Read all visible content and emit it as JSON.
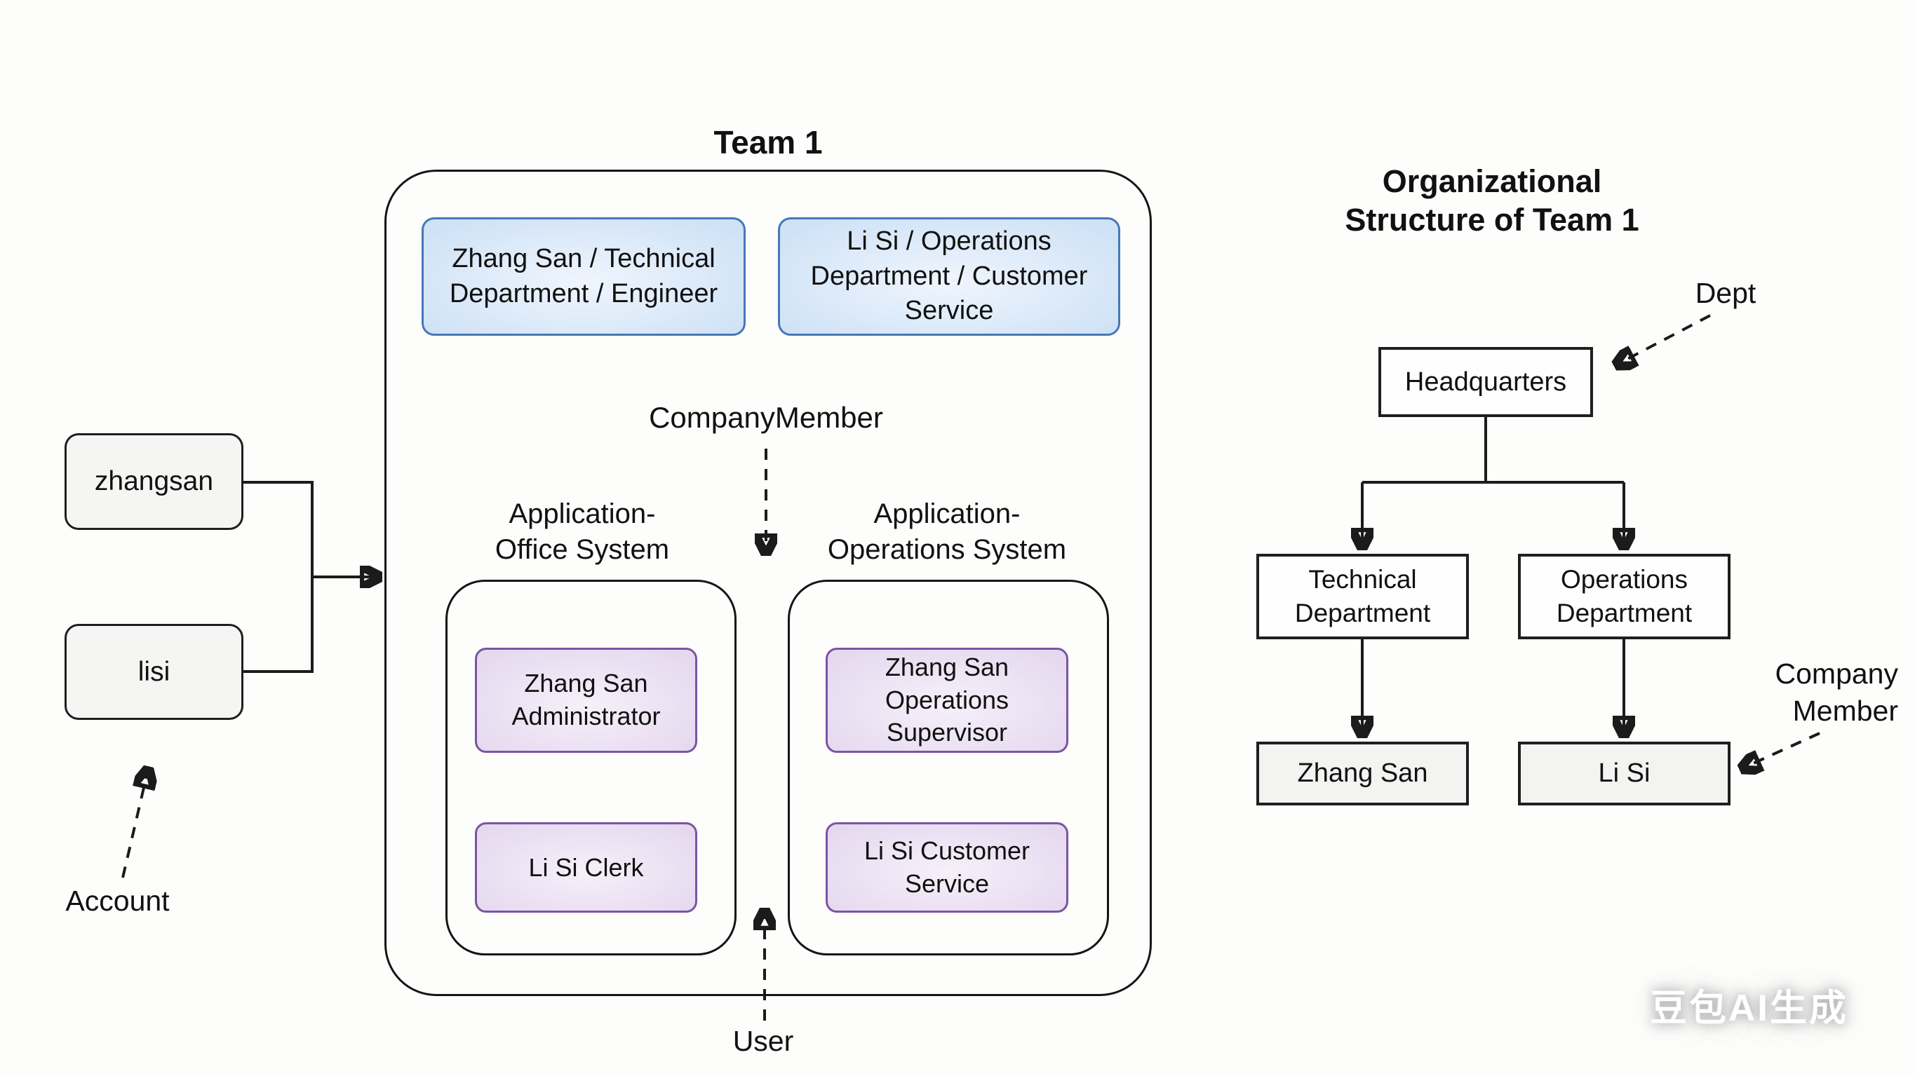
{
  "colors": {
    "background": "#fdfdfc",
    "line": "#1b1b1b",
    "member_card_fill": "#cfe2f6",
    "member_card_border": "#4678b6",
    "user_card_fill": "#e6d9ef",
    "user_card_border": "#7a55a2",
    "account_box_fill": "#f5f5f4",
    "org_name_box_fill": "#f3f3f1"
  },
  "accounts": {
    "annotation": "Account",
    "items": [
      {
        "label": "zhangsan"
      },
      {
        "label": "lisi"
      }
    ]
  },
  "team": {
    "title": "Team 1",
    "company_member_annotation": "CompanyMember",
    "user_annotation": "User",
    "members": [
      {
        "label": "Zhang San / Technical\nDepartment / Engineer"
      },
      {
        "label": "Li Si / Operations\nDepartment / Customer Service"
      }
    ],
    "applications": [
      {
        "title": "Application-\nOffice System",
        "users": [
          {
            "label": "Zhang San\nAdministrator"
          },
          {
            "label": "Li Si Clerk"
          }
        ]
      },
      {
        "title": "Application-\nOperations System",
        "users": [
          {
            "label": "Zhang San Operations\nSupervisor"
          },
          {
            "label": "Li Si Customer\nService"
          }
        ]
      }
    ]
  },
  "org_chart": {
    "title": "Organizational\nStructure of Team 1",
    "dept_annotation": "Dept",
    "company_member_annotation": "Company\nMember",
    "root": {
      "label": "Headquarters"
    },
    "departments": [
      {
        "label": "Technical\nDepartment",
        "member": "Zhang San"
      },
      {
        "label": "Operations\nDepartment",
        "member": "Li Si"
      }
    ]
  },
  "watermark": "豆包AI生成"
}
